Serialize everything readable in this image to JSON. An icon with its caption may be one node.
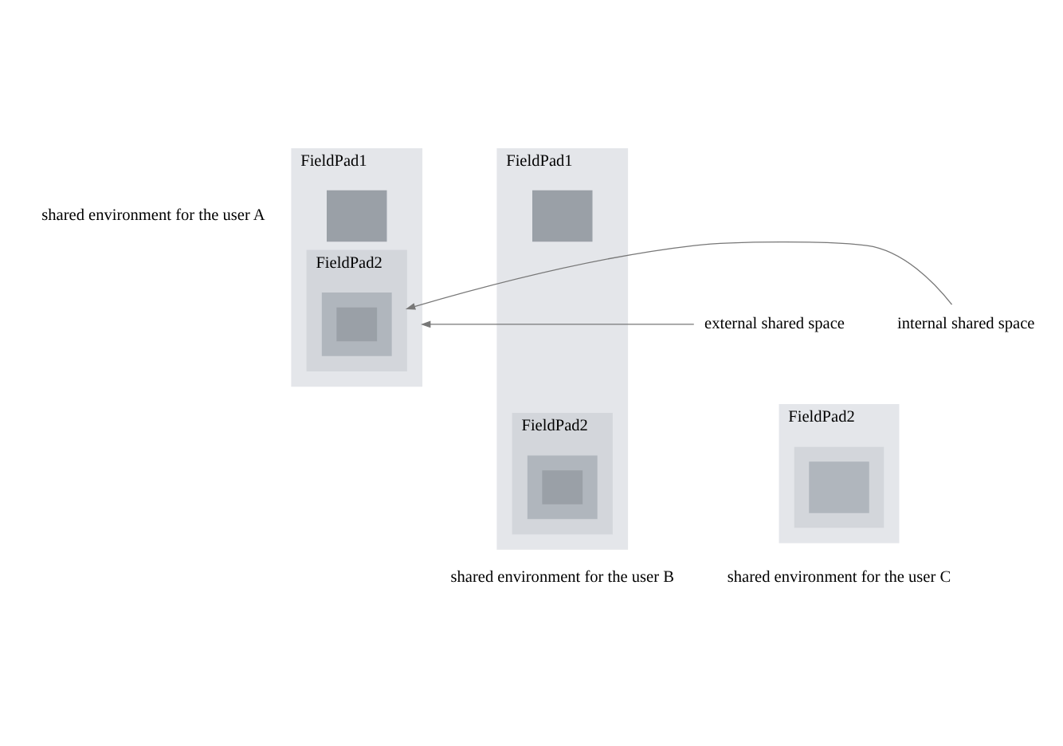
{
  "diagram": {
    "nodes": [
      {
        "text": [
          "FieldPad1"
        ],
        "beside": [
          "shared environment for the user A"
        ]
      },
      {
        "text": [],
        "shape": "box",
        "in": 0
      },
      {
        "text": [
          "FieldPad2"
        ],
        "in": 0
      },
      {
        "text": [],
        "shape": "box",
        "in": 2
      },
      {
        "text": [],
        "shape": "box",
        "in": 3
      },
      {
        "text": [
          "external shared space"
        ]
      },
      {
        "text": [
          "internal shared space"
        ]
      },
      {
        "text": [
          "FieldPad1"
        ],
        "beside": [
          "shared environment for the user B"
        ]
      },
      {
        "text": [],
        "shape": "box",
        "in": 7
      },
      {
        "text": [
          "FieldPad2"
        ],
        "in": 7
      },
      {
        "text": [],
        "shape": "box",
        "in": 9
      },
      {
        "text": [],
        "shape": "box",
        "in": 10
      },
      {
        "text": [
          "FieldPad2"
        ],
        "beside": [
          "shared environment for the user C"
        ]
      },
      {
        "text": [],
        "shape": "box",
        "in": 12
      },
      {
        "text": [],
        "shape": "box",
        "in": 13
      }
    ],
    "edges": [
      {
        "from": 5,
        "to": 0,
        "arrow": "to"
      },
      {
        "from": 6,
        "to": 2,
        "arrow": "to"
      }
    ]
  }
}
